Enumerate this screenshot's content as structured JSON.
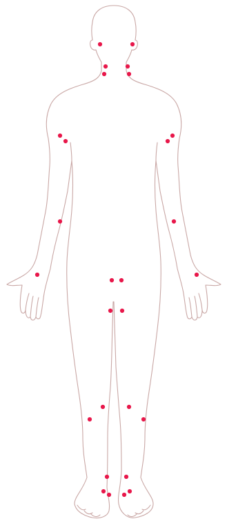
{
  "figure": {
    "subject": "human-body-front-view",
    "outline_color": "#c9a7a5",
    "marker_color": "#e8174a"
  },
  "markers": [
    {
      "name": "jaw-left"
    },
    {
      "name": "jaw-right"
    },
    {
      "name": "neck-left-upper"
    },
    {
      "name": "neck-right-upper"
    },
    {
      "name": "neck-left-lower"
    },
    {
      "name": "neck-right-lower"
    },
    {
      "name": "shoulder-left-outer"
    },
    {
      "name": "shoulder-left-inner"
    },
    {
      "name": "shoulder-right-outer"
    },
    {
      "name": "shoulder-right-inner"
    },
    {
      "name": "elbow-left"
    },
    {
      "name": "elbow-right"
    },
    {
      "name": "wrist-left"
    },
    {
      "name": "wrist-right"
    },
    {
      "name": "groin-left-upper"
    },
    {
      "name": "groin-right-upper"
    },
    {
      "name": "groin-left-lower"
    },
    {
      "name": "groin-right-lower"
    },
    {
      "name": "knee-left-inner"
    },
    {
      "name": "knee-right-inner"
    },
    {
      "name": "knee-left-outer"
    },
    {
      "name": "knee-right-outer"
    },
    {
      "name": "ankle-left-upper"
    },
    {
      "name": "ankle-right-upper"
    },
    {
      "name": "ankle-left-outer"
    },
    {
      "name": "ankle-left-inner"
    },
    {
      "name": "ankle-right-inner"
    },
    {
      "name": "ankle-right-outer"
    }
  ]
}
